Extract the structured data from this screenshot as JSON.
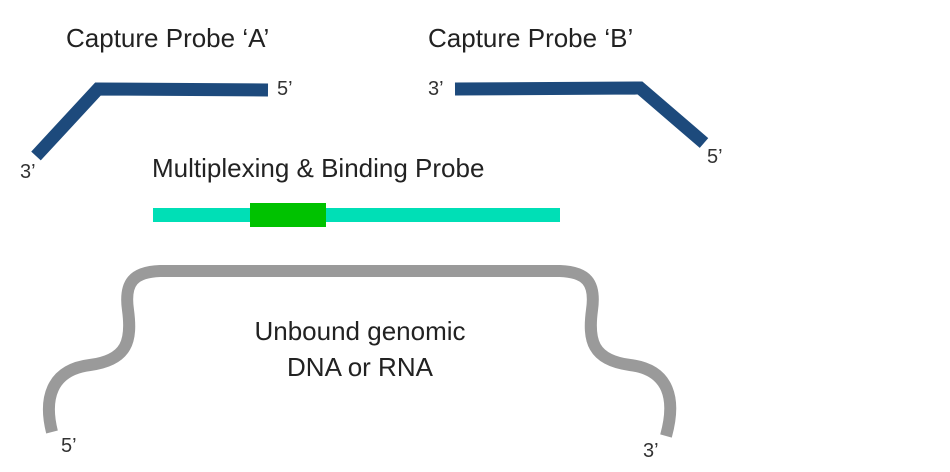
{
  "colors": {
    "capture_probe": "#1d4a7c",
    "binding_probe": "#00dfb6",
    "binding_site": "#00c200",
    "genomic_strand": "#9a9a9a",
    "text": "#222222"
  },
  "capture_probe_a": {
    "label": "Capture Probe ‘A’",
    "end_left": "3’",
    "end_right": "5’"
  },
  "capture_probe_b": {
    "label": "Capture Probe ‘B’",
    "end_left": "3’",
    "end_right": "5’"
  },
  "binding_probe": {
    "label": "Multiplexing & Binding Probe"
  },
  "genomic": {
    "line1": "Unbound genomic",
    "line2": "DNA or RNA",
    "end_left": "5’",
    "end_right": "3’"
  }
}
